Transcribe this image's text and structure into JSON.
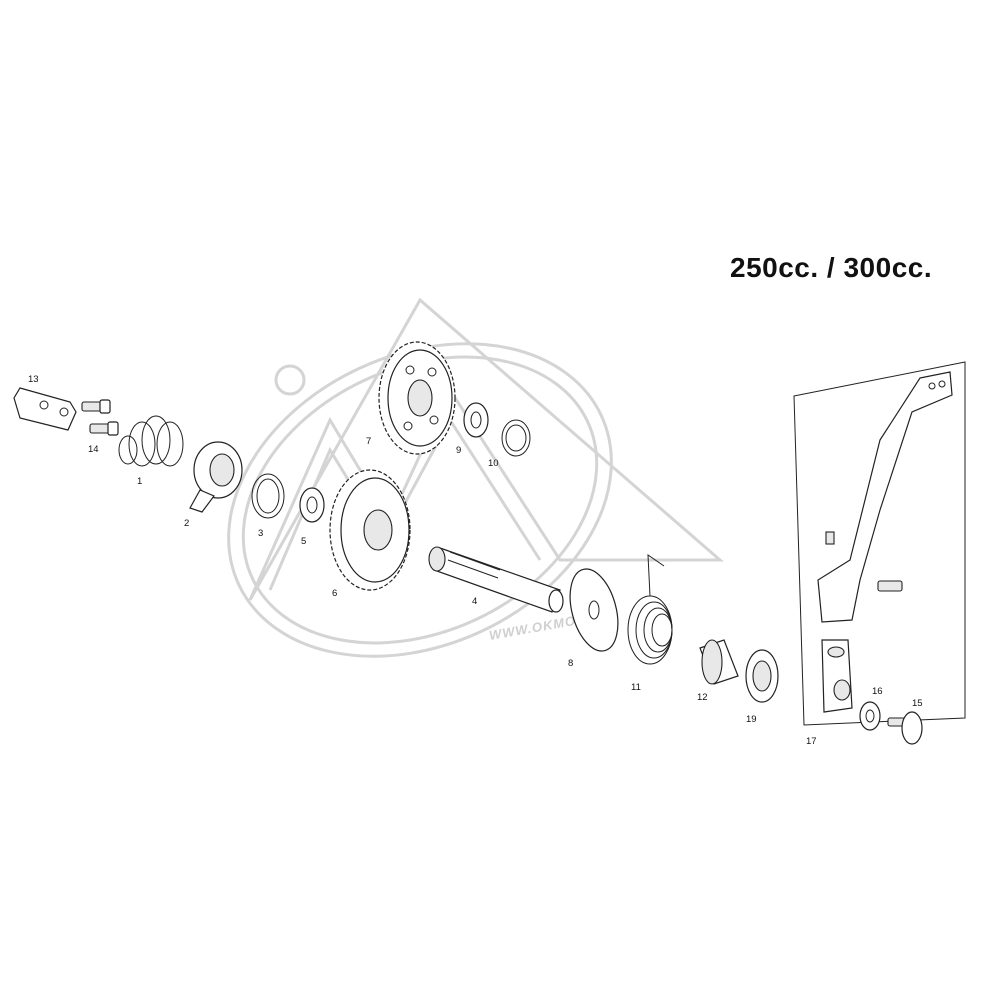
{
  "diagram": {
    "title": "250cc. / 300cc.",
    "watermark": "WWW.OKMOTO.FR",
    "parts": [
      {
        "id": "1",
        "label": "1"
      },
      {
        "id": "2",
        "label": "2"
      },
      {
        "id": "3",
        "label": "3"
      },
      {
        "id": "4",
        "label": "4"
      },
      {
        "id": "5",
        "label": "5"
      },
      {
        "id": "6",
        "label": "6"
      },
      {
        "id": "7",
        "label": "7"
      },
      {
        "id": "8",
        "label": "8"
      },
      {
        "id": "9",
        "label": "9"
      },
      {
        "id": "10",
        "label": "10"
      },
      {
        "id": "11",
        "label": "11"
      },
      {
        "id": "12",
        "label": "12"
      },
      {
        "id": "13",
        "label": "13"
      },
      {
        "id": "14",
        "label": "14"
      },
      {
        "id": "15",
        "label": "15"
      },
      {
        "id": "16",
        "label": "16"
      },
      {
        "id": "17",
        "label": "17"
      },
      {
        "id": "19",
        "label": "19"
      }
    ]
  }
}
